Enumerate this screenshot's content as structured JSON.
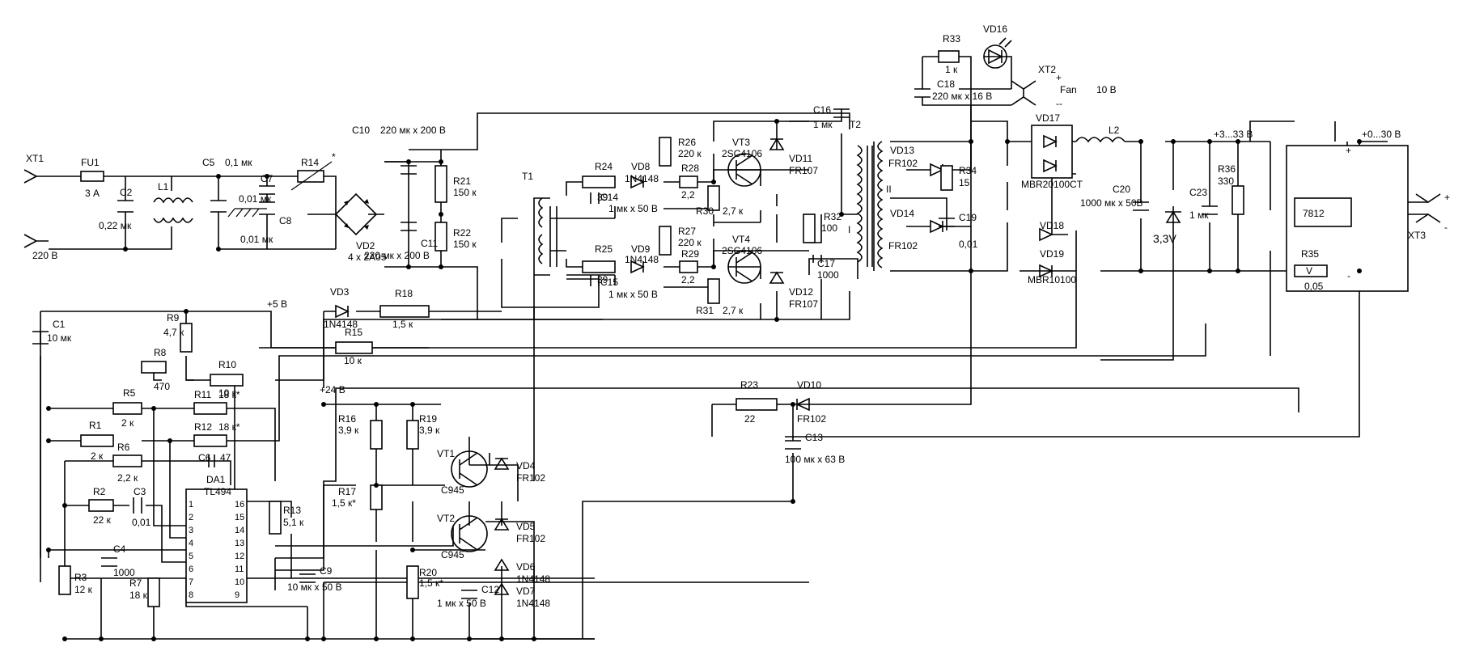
{
  "diagram": {
    "title_line1": "Линейный",
    "title_line2": "стабилизатор",
    "labels": [
      {
        "id": "xt1",
        "text": "XT1"
      },
      {
        "id": "v220",
        "text": "220 В"
      },
      {
        "id": "fu1",
        "text": "FU1"
      },
      {
        "id": "fu1v",
        "text": "3 А"
      },
      {
        "id": "c2",
        "text": "C2"
      },
      {
        "id": "c2v",
        "text": "0,22 мк"
      },
      {
        "id": "l1",
        "text": "L1"
      },
      {
        "id": "c5",
        "text": "C5"
      },
      {
        "id": "c5v",
        "text": "0,1 мк"
      },
      {
        "id": "c7",
        "text": "C7"
      },
      {
        "id": "c7v",
        "text": "0,01 мк"
      },
      {
        "id": "c8",
        "text": "C8"
      },
      {
        "id": "c8v",
        "text": "0,01 мк"
      },
      {
        "id": "r14",
        "text": "R14"
      },
      {
        "id": "r14s",
        "text": "*"
      },
      {
        "id": "vd2",
        "text": "VD2"
      },
      {
        "id": "vd2v",
        "text": "4 x 2A05"
      },
      {
        "id": "c10",
        "text": "C10"
      },
      {
        "id": "c10v",
        "text": "220 мк x 200 В"
      },
      {
        "id": "r21",
        "text": "R21"
      },
      {
        "id": "r21v",
        "text": "150 к"
      },
      {
        "id": "r22",
        "text": "R22"
      },
      {
        "id": "r22v",
        "text": "150 к"
      },
      {
        "id": "c11",
        "text": "C11"
      },
      {
        "id": "c11v",
        "text": "220 мк x 200 В"
      },
      {
        "id": "vd3",
        "text": "VD3"
      },
      {
        "id": "vd3v",
        "text": "1N4148"
      },
      {
        "id": "r18",
        "text": "R18"
      },
      {
        "id": "r18v",
        "text": "1,5 к"
      },
      {
        "id": "r15",
        "text": "R15"
      },
      {
        "id": "r15v",
        "text": "10 к"
      },
      {
        "id": "t1",
        "text": "T1"
      },
      {
        "id": "r24",
        "text": "R24"
      },
      {
        "id": "r24v",
        "text": "39"
      },
      {
        "id": "vd8",
        "text": "VD8"
      },
      {
        "id": "vd8v",
        "text": "1N4148"
      },
      {
        "id": "r26",
        "text": "R26"
      },
      {
        "id": "r26v",
        "text": "220 к"
      },
      {
        "id": "r28",
        "text": "R28"
      },
      {
        "id": "r28v",
        "text": "2,2"
      },
      {
        "id": "c14",
        "text": "C14"
      },
      {
        "id": "c14v",
        "text": "1 мк x 50 В"
      },
      {
        "id": "r30",
        "text": "R30"
      },
      {
        "id": "r30v",
        "text": "2,7 к"
      },
      {
        "id": "vt3",
        "text": "VT3"
      },
      {
        "id": "vt3v",
        "text": "2SC4106"
      },
      {
        "id": "vd11",
        "text": "VD11"
      },
      {
        "id": "vd11v",
        "text": "FR107"
      },
      {
        "id": "r25",
        "text": "R25"
      },
      {
        "id": "r25v",
        "text": "39"
      },
      {
        "id": "vd9",
        "text": "VD9"
      },
      {
        "id": "vd9v",
        "text": "1N4148"
      },
      {
        "id": "r27",
        "text": "R27"
      },
      {
        "id": "r27v",
        "text": "220 к"
      },
      {
        "id": "r29",
        "text": "R29"
      },
      {
        "id": "r29v",
        "text": "2,2"
      },
      {
        "id": "c15",
        "text": "C15"
      },
      {
        "id": "c15v",
        "text": "1 мк x 50 В"
      },
      {
        "id": "r31",
        "text": "R31"
      },
      {
        "id": "r31v",
        "text": "2,7 к"
      },
      {
        "id": "vt4",
        "text": "VT4"
      },
      {
        "id": "vt4v",
        "text": "2SC4106"
      },
      {
        "id": "vd12",
        "text": "VD12"
      },
      {
        "id": "vd12v",
        "text": "FR107"
      },
      {
        "id": "c16",
        "text": "C16"
      },
      {
        "id": "c16v",
        "text": "1 мк"
      },
      {
        "id": "t2",
        "text": "T2"
      },
      {
        "id": "r32",
        "text": "R32"
      },
      {
        "id": "r32v",
        "text": "100"
      },
      {
        "id": "t2w1",
        "text": "I"
      },
      {
        "id": "t2w2",
        "text": "II"
      },
      {
        "id": "c17",
        "text": "C17"
      },
      {
        "id": "c17v",
        "text": "1000"
      },
      {
        "id": "r33",
        "text": "R33"
      },
      {
        "id": "r33v",
        "text": "1 к"
      },
      {
        "id": "vd16",
        "text": "VD16"
      },
      {
        "id": "xt2",
        "text": "XT2"
      },
      {
        "id": "xt2p",
        "text": "+"
      },
      {
        "id": "xt2m",
        "text": "--"
      },
      {
        "id": "fan",
        "text": "Fan"
      },
      {
        "id": "fanv",
        "text": "10 В"
      },
      {
        "id": "c18",
        "text": "C18"
      },
      {
        "id": "c18v",
        "text": "220 мк x 16 В"
      },
      {
        "id": "vd13",
        "text": "VD13"
      },
      {
        "id": "vd13v",
        "text": "FR102"
      },
      {
        "id": "vd14",
        "text": "VD14"
      },
      {
        "id": "vd14v",
        "text": "FR102"
      },
      {
        "id": "r34",
        "text": "R34"
      },
      {
        "id": "r34v",
        "text": "15"
      },
      {
        "id": "c19",
        "text": "C19"
      },
      {
        "id": "c19v",
        "text": "0,01"
      },
      {
        "id": "vd17",
        "text": "VD17"
      },
      {
        "id": "vd17v",
        "text": "MBR20100CT"
      },
      {
        "id": "l2",
        "text": "L2"
      },
      {
        "id": "c20",
        "text": "C20"
      },
      {
        "id": "c20v",
        "text": "1000 мк x 50В"
      },
      {
        "id": "vd18",
        "text": "VD18"
      },
      {
        "id": "vd19",
        "text": "VD19"
      },
      {
        "id": "vd19v",
        "text": "MBR10100"
      },
      {
        "id": "v33",
        "text": "3,3V"
      },
      {
        "id": "vout1",
        "text": "+3...33 В"
      },
      {
        "id": "r36",
        "text": "R36"
      },
      {
        "id": "r36v",
        "text": "330"
      },
      {
        "id": "c23",
        "text": "C23"
      },
      {
        "id": "c23v",
        "text": "1 мк"
      },
      {
        "id": "reg",
        "text": "7812"
      },
      {
        "id": "r35",
        "text": "R35"
      },
      {
        "id": "r35v",
        "text": "0,05"
      },
      {
        "id": "r35s",
        "text": "V"
      },
      {
        "id": "vout2",
        "text": "+0...30 В"
      },
      {
        "id": "plus1",
        "text": "+"
      },
      {
        "id": "minus1",
        "text": "-"
      },
      {
        "id": "xt3",
        "text": "XT3"
      },
      {
        "id": "xt3p",
        "text": "+"
      },
      {
        "id": "xt3m",
        "text": "-"
      },
      {
        "id": "p5v",
        "text": "+5 В"
      },
      {
        "id": "c1",
        "text": "C1"
      },
      {
        "id": "c1v",
        "text": "10 мк"
      },
      {
        "id": "r9",
        "text": "R9"
      },
      {
        "id": "r9v",
        "text": "4,7 к"
      },
      {
        "id": "r8",
        "text": "R8"
      },
      {
        "id": "r8v",
        "text": "470"
      },
      {
        "id": "r10",
        "text": "R10"
      },
      {
        "id": "r10v",
        "text": "10 к"
      },
      {
        "id": "r5",
        "text": "R5"
      },
      {
        "id": "r5v",
        "text": "2 к"
      },
      {
        "id": "r11",
        "text": "R11"
      },
      {
        "id": "r11v",
        "text": "18 к*"
      },
      {
        "id": "r1",
        "text": "R1"
      },
      {
        "id": "r1v",
        "text": "2 к"
      },
      {
        "id": "r12",
        "text": "R12"
      },
      {
        "id": "r12v",
        "text": "18 к*"
      },
      {
        "id": "r6",
        "text": "R6"
      },
      {
        "id": "r6v",
        "text": "2,2 к"
      },
      {
        "id": "c6",
        "text": "C6"
      },
      {
        "id": "c6v",
        "text": "47"
      },
      {
        "id": "da1",
        "text": "DA1"
      },
      {
        "id": "da1v",
        "text": "TL494"
      },
      {
        "id": "r2",
        "text": "R2"
      },
      {
        "id": "r2v",
        "text": "22 к"
      },
      {
        "id": "c3",
        "text": "C3"
      },
      {
        "id": "c3v",
        "text": "0,01"
      },
      {
        "id": "r13",
        "text": "R13"
      },
      {
        "id": "r13v",
        "text": "5,1 к"
      },
      {
        "id": "c4",
        "text": "C4"
      },
      {
        "id": "c4v",
        "text": "1000"
      },
      {
        "id": "r3",
        "text": "R3"
      },
      {
        "id": "r3v",
        "text": "12 к"
      },
      {
        "id": "r7",
        "text": "R7"
      },
      {
        "id": "r7v",
        "text": "18 к"
      },
      {
        "id": "c9",
        "text": "C9"
      },
      {
        "id": "c9v",
        "text": "10 мк x 50 В"
      },
      {
        "id": "p24v",
        "text": "+24 В"
      },
      {
        "id": "r16",
        "text": "R16"
      },
      {
        "id": "r16v",
        "text": "3,9 к"
      },
      {
        "id": "r19",
        "text": "R19"
      },
      {
        "id": "r19v",
        "text": "3,9 к"
      },
      {
        "id": "r17",
        "text": "R17"
      },
      {
        "id": "r17v",
        "text": "1,5 к*"
      },
      {
        "id": "r20",
        "text": "R20"
      },
      {
        "id": "r20v",
        "text": "1,5 к*"
      },
      {
        "id": "vt1",
        "text": "VT1"
      },
      {
        "id": "vt1v",
        "text": "C945"
      },
      {
        "id": "vt2",
        "text": "VT2"
      },
      {
        "id": "vt2v",
        "text": "C945"
      },
      {
        "id": "vd4",
        "text": "VD4"
      },
      {
        "id": "vd4v",
        "text": "FR102"
      },
      {
        "id": "vd5",
        "text": "VD5"
      },
      {
        "id": "vd5v",
        "text": "FR102"
      },
      {
        "id": "vd6",
        "text": "VD6"
      },
      {
        "id": "vd6v",
        "text": "1N4148"
      },
      {
        "id": "vd7",
        "text": "VD7"
      },
      {
        "id": "vd7v",
        "text": "1N4148"
      },
      {
        "id": "c12",
        "text": "C12"
      },
      {
        "id": "c12v",
        "text": "1 мк x 50 В"
      },
      {
        "id": "r23",
        "text": "R23"
      },
      {
        "id": "r23v",
        "text": "22"
      },
      {
        "id": "vd10",
        "text": "VD10"
      },
      {
        "id": "vd10v",
        "text": "FR102"
      },
      {
        "id": "c13",
        "text": "C13"
      },
      {
        "id": "c13v",
        "text": "100 мк x 63 В"
      }
    ],
    "da1_pins": [
      "1",
      "2",
      "3",
      "4",
      "5",
      "6",
      "7",
      "8",
      "16",
      "15",
      "14",
      "13",
      "12",
      "11",
      "10",
      "9"
    ]
  }
}
